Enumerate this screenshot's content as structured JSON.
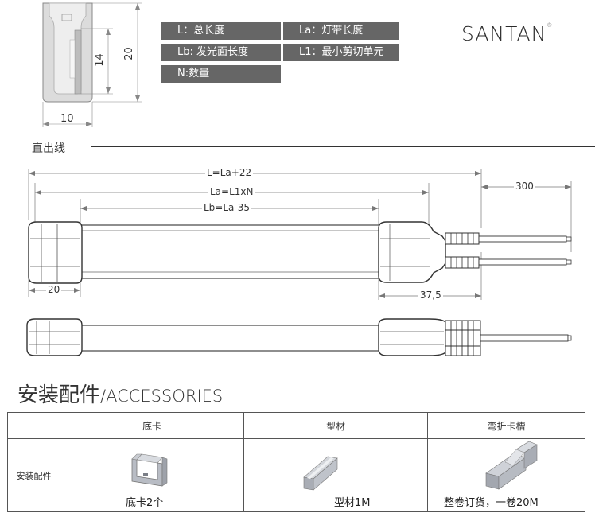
{
  "profile": {
    "width_dim": "10",
    "height_dim": "20",
    "inner_dim": "14"
  },
  "legend": {
    "l": "L：总长度",
    "la": "La：灯带长度",
    "lb": "Lb: 发光面长度",
    "l1": "L1：最小剪切单元",
    "n": "N:数量"
  },
  "brand": {
    "name": "SANTAN",
    "mark": "®"
  },
  "subhead": "直出线",
  "dimensions": {
    "total": "L=La+22",
    "la": "La=L1xN",
    "lb": "Lb=La-35",
    "wire": "300",
    "cap_left": "20",
    "cap_right": "37,5"
  },
  "accessories": {
    "title_cn": "安装配件",
    "title_en": "/ACCESSORIES",
    "row_label": "安装配件",
    "columns": [
      {
        "header": "底卡",
        "caption": "底卡2个"
      },
      {
        "header": "型材",
        "caption": "型材1M"
      },
      {
        "header": "弯折卡槽",
        "caption": "整卷订货，一卷20M"
      }
    ]
  }
}
